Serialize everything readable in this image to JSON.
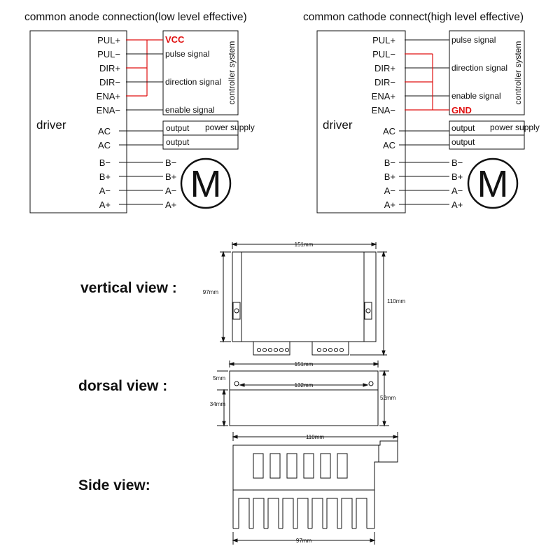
{
  "diagram_a": {
    "title": "common anode connection(low level effective)",
    "driver_label": "driver",
    "pins": [
      "PUL+",
      "PUL−",
      "DIR+",
      "DIR−",
      "ENA+",
      "ENA−",
      "AC",
      "AC",
      "B−",
      "B+",
      "A−",
      "A+"
    ],
    "signals": [
      "VCC",
      "pulse signal",
      "direction signal",
      "enable signal"
    ],
    "controller_label": "controller system",
    "outputs": [
      "output",
      "output"
    ],
    "power_label": "power supply",
    "motor_pins": [
      "B−",
      "B+",
      "A−",
      "A+"
    ],
    "motor_label": "M"
  },
  "diagram_b": {
    "title": "common cathode connect(high level effective)",
    "driver_label": "driver",
    "pins": [
      "PUL+",
      "PUL−",
      "DIR+",
      "DIR−",
      "ENA+",
      "ENA−",
      "AC",
      "AC",
      "B−",
      "B+",
      "A−",
      "A+"
    ],
    "signals": [
      "pulse signal",
      "direction signal",
      "enable signal",
      "GND"
    ],
    "controller_label": "controller system",
    "outputs": [
      "output",
      "output"
    ],
    "power_label": "power supply",
    "motor_pins": [
      "B−",
      "B+",
      "A−",
      "A+"
    ],
    "motor_label": "M"
  },
  "views": {
    "vertical": "vertical view :",
    "dorsal": "dorsal view :",
    "side": "Side view:"
  },
  "dimensions": {
    "vertical_width": "151mm",
    "vertical_height_inner": "97mm",
    "vertical_height_outer": "110mm",
    "dorsal_width": "151mm",
    "dorsal_inner_width": "132mm",
    "dorsal_top": "5mm",
    "dorsal_body": "34mm",
    "dorsal_height": "52mm",
    "side_width": "110mm",
    "side_bottom": "97mm"
  },
  "colors": {
    "wire": "#111111",
    "highlight": "#e01010"
  }
}
